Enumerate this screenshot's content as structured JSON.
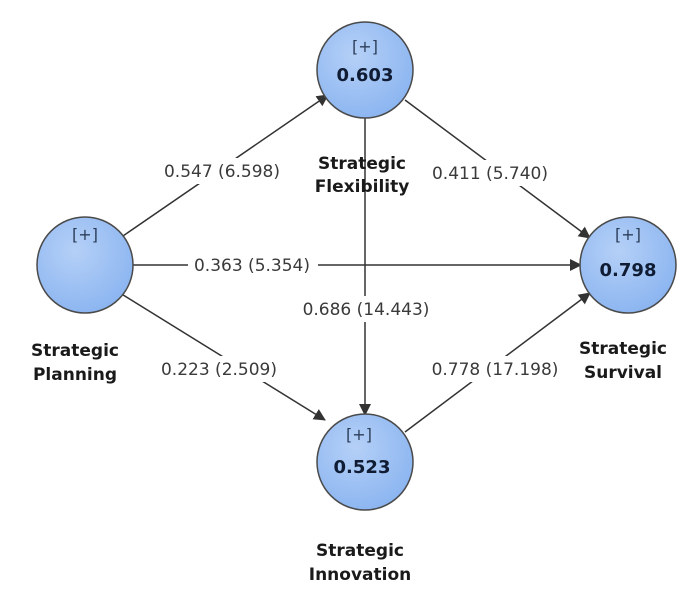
{
  "colors": {
    "node_fill": "#8ab4f0",
    "node_fill_light": "#b5d0f7",
    "node_stroke": "#4a4a4a",
    "arrow": "#333333",
    "background": "#ffffff"
  },
  "nodes": {
    "flexibility": {
      "marker": "[+]",
      "value": "0.603",
      "name_line1": "Strategic",
      "name_line2": "Flexibility"
    },
    "planning": {
      "marker": "[+]",
      "value": "",
      "name_line1": "Strategic",
      "name_line2": "Planning"
    },
    "survival": {
      "marker": "[+]",
      "value": "0.798",
      "name_line1": "Strategic",
      "name_line2": "Survival"
    },
    "innovation": {
      "marker": "[+]",
      "value": "0.523",
      "name_line1": "Strategic",
      "name_line2": "Innovation"
    }
  },
  "paths": {
    "planning_to_flexibility": "0.547 (6.598)",
    "flexibility_to_survival": "0.411 (5.740)",
    "planning_to_survival": "0.363 (5.354)",
    "flexibility_to_innovation": "0.686 (14.443)",
    "planning_to_innovation": "0.223 (2.509)",
    "innovation_to_survival": "0.778 (17.198)"
  }
}
